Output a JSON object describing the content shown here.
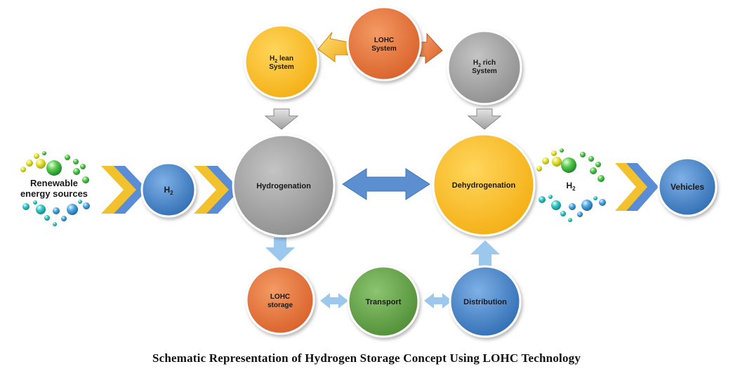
{
  "nodes": {
    "lohc_system": {
      "line1": "LOHC",
      "line2": "System"
    },
    "h2_lean": {
      "line1": "H",
      "line1_sub": "2",
      "line1_rest": " lean",
      "line2": "System"
    },
    "h2_rich": {
      "line1": "H",
      "line1_sub": "2",
      "line1_rest": " rich",
      "line2": "System"
    },
    "hydrogenation": "Hydrogenation",
    "dehydrogenation": "Dehydrogenation",
    "renewable": {
      "line1": "Renewable",
      "line2": "energy sources"
    },
    "h2_left": {
      "main": "H",
      "sub": "2"
    },
    "h2_right": {
      "main": "H",
      "sub": "2"
    },
    "vehicles": "Vehicles",
    "lohc_storage": {
      "line1": "LOHC",
      "line2": "storage"
    },
    "transport": "Transport",
    "distribution": "Distribution"
  },
  "caption": "Schematic Representation of Hydrogen Storage Concept Using LOHC Technology",
  "colors": {
    "orange": "#E8733A",
    "yellow": "#FBBB22",
    "gray": "#A6A6A6",
    "blue": "#4A86C8",
    "green": "#6AA84F",
    "light_blue": "#9DC8EE",
    "chevron_gold": "#F2C12E",
    "chevron_blue": "#5B8DD6"
  }
}
